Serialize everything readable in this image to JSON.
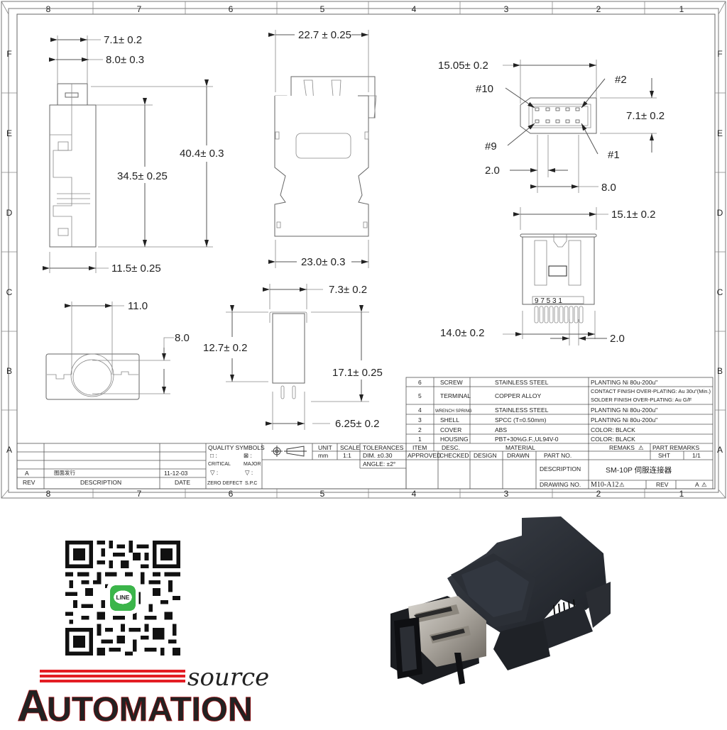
{
  "frame": {
    "columns": [
      "8",
      "7",
      "6",
      "5",
      "4",
      "3",
      "2",
      "1"
    ],
    "rows": [
      "F",
      "E",
      "D",
      "C",
      "B",
      "A"
    ]
  },
  "views": {
    "side_view": {
      "dims": [
        "7.1± 0.2",
        "8.0± 0.3",
        "40.4± 0.3",
        "34.5± 0.25",
        "11.5± 0.25"
      ]
    },
    "top_view": {
      "dims": [
        "22.7 ± 0.25",
        "23.0± 0.3"
      ]
    },
    "mating_face": {
      "dims": [
        "15.05± 0.2",
        "7.1± 0.2",
        "2.0",
        "8.0"
      ],
      "pin_labels": [
        "#10",
        "#2",
        "#9",
        "#1"
      ]
    },
    "rear_view": {
      "dims": [
        "15.1± 0.2",
        "14.0± 0.2",
        "2.0"
      ],
      "pin_numbers": "9 7 5 3 1"
    },
    "end_view": {
      "dims": [
        "7.3± 0.2",
        "12.7± 0.2",
        "17.1± 0.25",
        "6.25± 0.2"
      ]
    },
    "cable_view": {
      "dims": [
        "11.0",
        "8.0"
      ]
    }
  },
  "bom": {
    "rows": [
      {
        "item": "6",
        "desc": "SCREW",
        "material": "STAINLESS STEEL",
        "remarks": [
          "PLANTING Ni 80u-200u\""
        ]
      },
      {
        "item": "5",
        "desc": "TERMINAL",
        "material": "COPPER ALLOY",
        "remarks": [
          "CONTACT FINISH OVER-PLATING: Au 30u\"(Min.)",
          "SOLDER FINISH OVER-PLATING: Au G/F"
        ]
      },
      {
        "item": "4",
        "desc": "WRENCH SPRING",
        "material": "STAINLESS STEEL",
        "remarks": [
          "PLANTING Ni 80u-200u\""
        ]
      },
      {
        "item": "3",
        "desc": "SHELL",
        "material": "SPCC (T=0.50mm)",
        "remarks": [
          "PLANTING Ni 80u-200u\""
        ]
      },
      {
        "item": "2",
        "desc": "COVER",
        "material": "ABS",
        "remarks": [
          "COLOR: BLACK"
        ]
      },
      {
        "item": "1",
        "desc": "HOUSING",
        "material": "PBT+30%G.F.,UL94V-0",
        "remarks": [
          "COLOR: BLACK"
        ]
      }
    ],
    "headers": {
      "item": "ITEM",
      "desc": "DESC.",
      "material": "MATERIAL",
      "remarks": "REMAKS",
      "part_remarks": "PART REMARKS"
    }
  },
  "title_block": {
    "approved": "APPROVED",
    "checked": "CHECKED",
    "design": "DESIGN",
    "drawn": "DRAWN",
    "part_no_label": "PART NO.",
    "sht_label": "SHT",
    "sht_value": "1/1",
    "description_label": "DESCRIPTION",
    "description_value": "SM-10P 伺服连接器",
    "drawing_no_label": "DRAWING NO.",
    "drawing_no_value": "M10-A12",
    "rev_label": "REV",
    "rev_value": "A"
  },
  "revision_block": {
    "rev": "A",
    "description": "图面发行",
    "date": "11-12-03",
    "rev_header": "REV",
    "description_header": "DESCRIPTION",
    "date_header": "DATE"
  },
  "quality_symbols": {
    "title": "QUALITY SYMBOLS",
    "critical": "CRITICAL",
    "major": "MAJOR",
    "zero_defect": "ZERO DEFECT",
    "spc": "S.P.C"
  },
  "units": {
    "unit_label": "UNIT",
    "unit_value": "mm",
    "scale_label": "SCALE",
    "scale_value": "1:1",
    "tolerances_label": "TOLERANCES",
    "dim_tol": "DIM. ±0.30",
    "angle_tol": "ANGLE: ±2°"
  },
  "branding": {
    "logo_main": "AUTOMATION",
    "logo_script": "source",
    "logo_color": "#e31e24",
    "qr_badge": "LINE",
    "qr_badge_color": "#3bb54a"
  }
}
